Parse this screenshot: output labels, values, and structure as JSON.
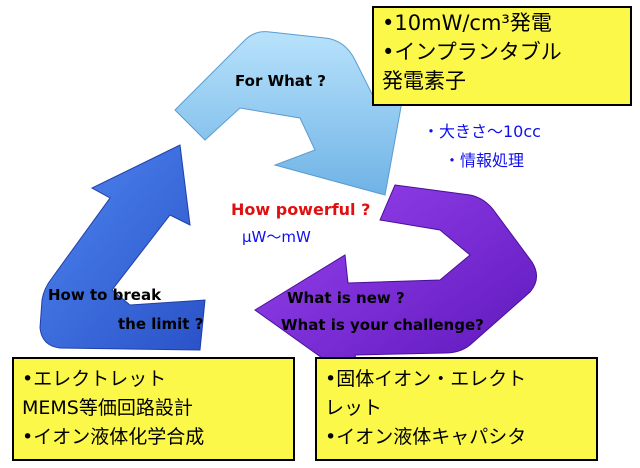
{
  "center": {
    "title": "How powerful ?",
    "unit_range": "μW～mW"
  },
  "arrows": {
    "top": {
      "label": "For What ?",
      "color": "#8fcaf0"
    },
    "right": {
      "line1": "What  is new ?",
      "line2": "What is your challenge?",
      "color": "#7a2cd8"
    },
    "left": {
      "line1": "How to  break",
      "line2": "the limit ?",
      "color": "#3d6fe3"
    }
  },
  "boxes": {
    "top_right": {
      "lines": [
        "•10mW/cm³発電",
        "•インプランタブル",
        "  発電素子"
      ]
    },
    "bottom_left": {
      "lines": [
        "•エレクトレット",
        "  MEMS等価回路設計",
        "•イオン液体化学合成"
      ]
    },
    "bottom_right": {
      "lines": [
        "•固体イオン・エレクト",
        "  レット",
        "•イオン液体キャパシタ"
      ]
    }
  },
  "notes": {
    "size": "・大きさ～10cc",
    "info": "・情報処理"
  },
  "colors": {
    "box_fill": "#fbf84a",
    "center_title": "#e01010",
    "note_text": "#1010ee"
  }
}
